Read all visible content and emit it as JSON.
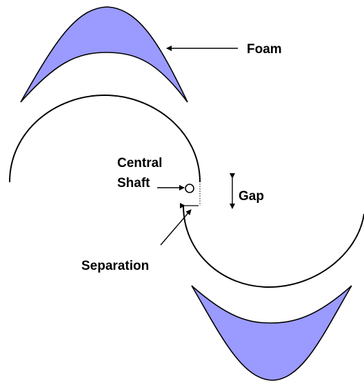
{
  "labels": {
    "foam": "Foam",
    "central_1": "Central",
    "central_2": "Shaft",
    "gap": "Gap",
    "separation": "Separation"
  },
  "colors": {
    "foam_fill": "#9a9aff",
    "stroke": "#000000"
  }
}
